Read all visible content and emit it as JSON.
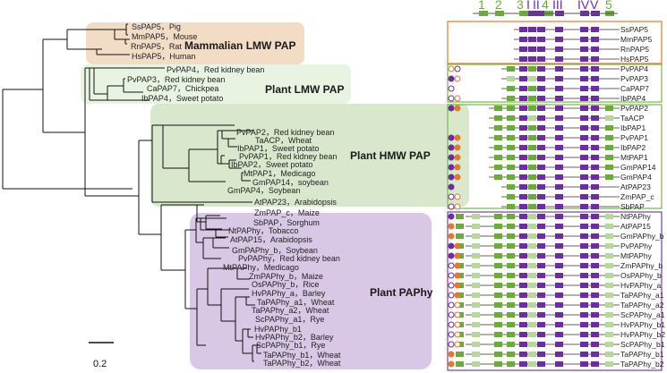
{
  "colors": {
    "green": "#6aab3a",
    "purple": "#6b2da0",
    "light_green": "#b6d99a",
    "light_purple": "#c9a6e0",
    "orange": "#e07b2a",
    "mammal_bg": "#f3dcc5",
    "plant_lmw_bg": "#e9f3e2",
    "plant_hmw_bg": "#d9e8cc",
    "papphy_bg": "#d8c7e5",
    "mammal_border": "#e07b2a",
    "plant_border": "#7ab648",
    "papphy_border": "#7b3fa0"
  },
  "groups": {
    "mammal": "Mammalian LMW PAP",
    "plant_lmw": "Plant LMW PAP",
    "plant_hmw": "Plant HMW PAP",
    "papphy": "Plant PAPhy"
  },
  "leaves": [
    {
      "label": "SsPAP5，Pig"
    },
    {
      "label": "MmPAP5，Mouse"
    },
    {
      "label": "RnPAP5，Rat"
    },
    {
      "label": "HsPAP5，Human"
    },
    {
      "label": "PvPAP4，Red kidney bean"
    },
    {
      "label": "PvPAP3，Red kidney bean"
    },
    {
      "label": "CaPAP7，Chickpea"
    },
    {
      "label": "IbPAP4，Sweet potato"
    },
    {
      "label": "PvPAP2，Red kidney bean"
    },
    {
      "label": "TaACP，Wheat"
    },
    {
      "label": "IbPAP1，Sweet potato"
    },
    {
      "label": "PvPAP1，Red kidney bean"
    },
    {
      "label": "IbPAP2，Sweet potato"
    },
    {
      "label": "MtPAP1，Medicago"
    },
    {
      "label": "GmPAP14，soybean"
    },
    {
      "label": "GmPAP4，Soybean"
    },
    {
      "label": "AtPAP23，Arabidopsis"
    },
    {
      "label": "ZmPAP_c，Maize"
    },
    {
      "label": "SbPAP，Sorghum"
    },
    {
      "label": "NtPAPhy，Tobacco"
    },
    {
      "label": "AtPAP15，Arabidopsis"
    },
    {
      "label": "GmPAPhy_b，Soybean"
    },
    {
      "label": "PvPAPhy，Red kidney bean"
    },
    {
      "label": "MtPAPhy，Medicago"
    },
    {
      "label": "ZmPAPhy_b，Maize"
    },
    {
      "label": "OsPAPhy_b，Rice"
    },
    {
      "label": "HvPAPhy_a，Barley"
    },
    {
      "label": "TaPAPhy_a1，Wheat"
    },
    {
      "label": "TaPAPhy_a2，Wheat"
    },
    {
      "label": "ScPAPhy_a1，Rye"
    },
    {
      "label": "HvPAPhy_b1"
    },
    {
      "label": "HvPAPhy_b2，Barley"
    },
    {
      "label": "ScPAPhy_b1，Rye"
    },
    {
      "label": "TaPAPhy_b1，Wheat"
    },
    {
      "label": "TaPAPhy_b2，Wheat"
    }
  ],
  "domain_labels": [
    {
      "text": "1",
      "color": "green"
    },
    {
      "text": "2",
      "color": "green"
    },
    {
      "text": "3",
      "color": "green"
    },
    {
      "text": "I",
      "color": "purple"
    },
    {
      "text": "II",
      "color": "purple"
    },
    {
      "text": "4",
      "color": "green"
    },
    {
      "text": "III",
      "color": "purple"
    },
    {
      "text": "IV",
      "color": "purple"
    },
    {
      "text": "V",
      "color": "purple"
    },
    {
      "text": "5",
      "color": "green"
    }
  ],
  "domain_rows": [
    {
      "name": "SsPAP5",
      "circles": [
        "none",
        "none"
      ],
      "motifs": "....PPPP.PP"
    },
    {
      "name": "MmPAP5",
      "circles": [
        "none",
        "none"
      ],
      "motifs": "....PPPP.PP"
    },
    {
      "name": "RnPAP5",
      "circles": [
        "none",
        "none"
      ],
      "motifs": "....PPPP.PP"
    },
    {
      "name": "HsPAP5",
      "circles": [
        "none",
        "none"
      ],
      "motifs": "....PPPP.PP"
    },
    {
      "name": "PvPAP4",
      "circles": [
        "oo",
        "op"
      ],
      "motifs": "...GPGPP.PP"
    },
    {
      "name": "PvPAP3",
      "circles": [
        "p",
        "oo"
      ],
      "motifs": "...gPgPP.PP"
    },
    {
      "name": "CaPAP7",
      "circles": [
        "op",
        "none"
      ],
      "motifs": "...GPGPP.PP"
    },
    {
      "name": "IbPAP4",
      "circles": [
        "op",
        "oo"
      ],
      "motifs": "...GPGPP.PP"
    },
    {
      "name": "PvPAP2",
      "circles": [
        "p",
        "o"
      ],
      "motifs": "..GGPGPP.PPG"
    },
    {
      "name": "TaACP",
      "circles": [
        "none",
        "none"
      ],
      "motifs": "..GGPgPP.PPg"
    },
    {
      "name": "IbPAP1",
      "circles": [
        "none",
        "none"
      ],
      "motifs": "..GGPGPP.PPG"
    },
    {
      "name": "PvPAP1",
      "circles": [
        "p",
        "o"
      ],
      "motifs": "..GGPGPP.PPG"
    },
    {
      "name": "IbPAP2",
      "circles": [
        "p",
        "o"
      ],
      "motifs": "..GGPGPP.PPG"
    },
    {
      "name": "MtPAP1",
      "circles": [
        "p",
        "o"
      ],
      "motifs": "..GGPGPP.PPG"
    },
    {
      "name": "GmPAP14",
      "circles": [
        "p",
        "o"
      ],
      "motifs": "..GGPGPP.PPG"
    },
    {
      "name": "GmPAP4",
      "circles": [
        "p",
        "o"
      ],
      "motifs": "..GGPGPP.PPG"
    },
    {
      "name": "AtPAP23",
      "circles": [
        "p",
        "none"
      ],
      "motifs": "...GPGPP.PP"
    },
    {
      "name": "ZmPAP_c",
      "circles": [
        "op",
        "oo"
      ],
      "motifs": "...GPGPP.PP"
    },
    {
      "name": "SbPAP",
      "circles": [
        "op",
        "oo"
      ],
      "motifs": "...GPGPP.PP"
    },
    {
      "name": "NtPAPhy",
      "circles": [
        "p",
        "none"
      ],
      "motifs": "GgGGPgPP.PPg"
    },
    {
      "name": "AtPAP15",
      "circles": [
        "o",
        "none"
      ],
      "motifs": "GgGGPgPP.PPg"
    },
    {
      "name": "GmPAPhy_b",
      "circles": [
        "o",
        "none"
      ],
      "motifs": "GgGGPgPP.PPg"
    },
    {
      "name": "PvPAPhy",
      "circles": [
        "p",
        "o"
      ],
      "motifs": "GgGGPgPP.PPg"
    },
    {
      "name": "MtPAPhy",
      "circles": [
        "p",
        "o"
      ],
      "motifs": "GgGGPgPP.PPg"
    },
    {
      "name": "ZmPAPhy_b",
      "circles": [
        "op",
        "o"
      ],
      "motifs": "GgGGPgPP.PPg"
    },
    {
      "name": "OsPAPhy_b",
      "circles": [
        "op",
        "o"
      ],
      "motifs": "GgGGPgPP.PPg"
    },
    {
      "name": "HvPAPhy_a",
      "circles": [
        "op",
        "o"
      ],
      "motifs": "GgGGPgPP.PPg"
    },
    {
      "name": "TaPAPhy_a1",
      "circles": [
        "op",
        "o"
      ],
      "motifs": "GgGGPgPP.PPg"
    },
    {
      "name": "TaPAPhy_a2",
      "circles": [
        "op",
        "oo"
      ],
      "motifs": "GgGGPgPP.PPg"
    },
    {
      "name": "ScPAPhy_a1",
      "circles": [
        "op",
        "oo"
      ],
      "motifs": "GgGGPgPP.PPg"
    },
    {
      "name": "HvPAPhy_b1",
      "circles": [
        "op",
        "oo"
      ],
      "motifs": "GgGGPgPP.PPg"
    },
    {
      "name": "HvPAPhy_b2",
      "circles": [
        "op",
        "oo"
      ],
      "motifs": "GgGGPgPP.PPg"
    },
    {
      "name": "ScPAPhy_b1",
      "circles": [
        "op",
        "oo"
      ],
      "motifs": "GgGGPgPP.PPg"
    },
    {
      "name": "TaPAPhy_b1",
      "circles": [
        "o",
        "none"
      ],
      "motifs": "GgGGPgPP.PPg"
    },
    {
      "name": "TaPAPhy_b2",
      "circles": [
        "o",
        "none"
      ],
      "motifs": "GgGGPgPP.PPg"
    }
  ],
  "scale_bar": {
    "label": "0.2"
  }
}
